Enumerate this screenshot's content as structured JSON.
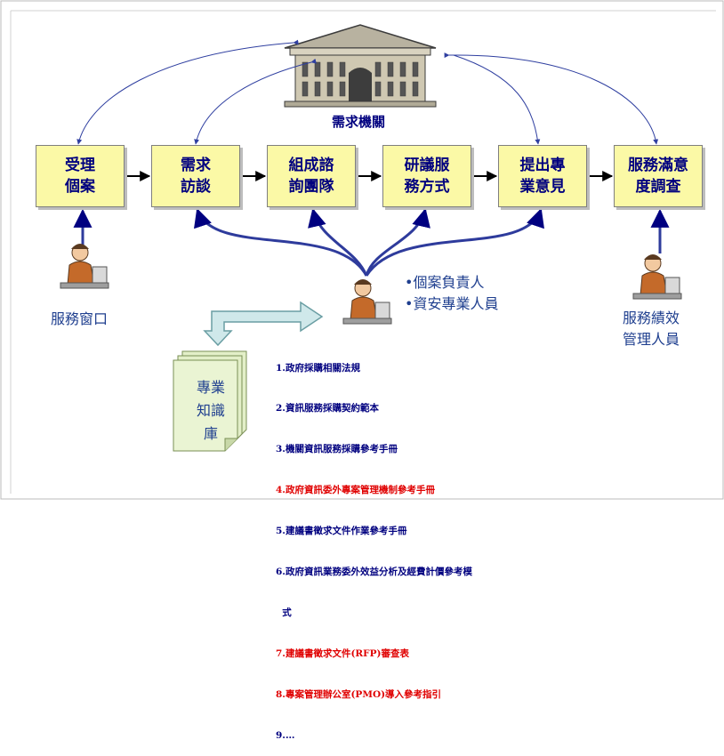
{
  "building_label": "需求機關",
  "steps": [
    {
      "label": "受理\n個案"
    },
    {
      "label": "需求\n訪談"
    },
    {
      "label": "組成諮\n詢團隊"
    },
    {
      "label": "研議服\n務方式"
    },
    {
      "label": "提出專\n業意見"
    },
    {
      "label": "服務滿意\n度調查"
    }
  ],
  "roles": {
    "left": "服務窗口",
    "right_line1": "服務績效",
    "right_line2": "管理人員",
    "center_bullet1": "•個案負責人",
    "center_bullet2": "•資安專業人員"
  },
  "knowledge_base": "專業\n知識\n庫",
  "documents": [
    {
      "text": "1.政府採購相關法規",
      "color": "#00007f"
    },
    {
      "text": "2.資訊服務採購契約範本",
      "color": "#00007f"
    },
    {
      "text": "3.機關資訊服務採購參考手冊",
      "color": "#00007f"
    },
    {
      "text": "4.政府資訊委外專案管理機制參考手冊",
      "color": "#e00000"
    },
    {
      "text": "5.建議書徵求文件作業參考手冊",
      "color": "#00007f"
    },
    {
      "text": "6.政府資訊業務委外效益分析及經費計價參考模",
      "color": "#00007f"
    },
    {
      "text": "  式",
      "color": "#00007f"
    },
    {
      "text": "7.建議書徵求文件(RFP)審查表",
      "color": "#e00000"
    },
    {
      "text": "8.專案管理辦公室(PMO)導入參考指引",
      "color": "#e00000"
    },
    {
      "text": "9.…",
      "color": "#00007f"
    }
  ],
  "icons": [
    "building-icon",
    "person-at-desk-icon",
    "stacked-documents-icon",
    "right-arrow-icon"
  ]
}
